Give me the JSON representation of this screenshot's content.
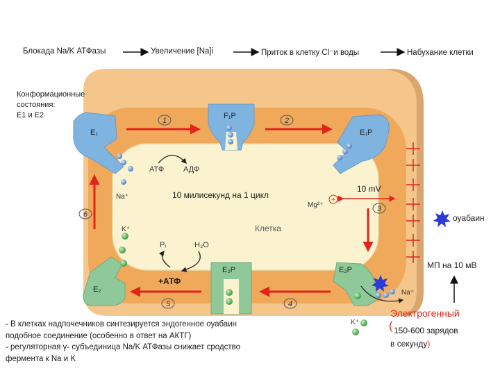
{
  "flow_chain": {
    "step1": "Блокада Na/K АТФазы",
    "step2": "Увеличение [Na]i",
    "step3": "Приток в клетку Cl⁻и воды",
    "step4": "Набухание клетки"
  },
  "states_note": {
    "line1": "Конформационные",
    "line2": "состояния:",
    "line3": "Е1 и Е2"
  },
  "pump_labels": {
    "e1_left": "E₁",
    "f1p": "F₁P",
    "e1p_right": "E₁P",
    "e2_left": "E₂",
    "e2p_bottom": "E₂P",
    "e2p_right": "E₂P"
  },
  "step_numbers": [
    "1",
    "2",
    "3",
    "4",
    "5",
    "6"
  ],
  "molecules": {
    "atp": "АТФ",
    "adp": "АДФ",
    "na": "Na⁺",
    "k": "K⁺",
    "pi": "Pᵢ",
    "h2o": "H₂O",
    "mg": "Mg²⁺"
  },
  "cell_label": "Клетка",
  "cycle_time": "10 милисекунд на 1 цикл",
  "voltage": "10 mV",
  "plus_atp": "+АТФ",
  "plus_sign": "+",
  "ouabain": "оуабаин",
  "mp_note": "МП на 10 мВ",
  "electrogenic": {
    "title": "Электрогенный",
    "open_paren": "(",
    "line1": "150-600 зарядов",
    "line2": "в секунду",
    "close_paren": ")"
  },
  "notes": {
    "line1": "- В клетках надпочечников синтезируется эндогенное оуабаин",
    "line2": "подобное соединение (особенно в ответ на АКТГ)",
    "line3": "- регуляторная γ- субъединица Na/K АТФазы снижает сродство",
    "line4": "фермента к Na и K"
  },
  "colors": {
    "outer_frame": "#f5c68c",
    "membrane": "#f0a85a",
    "cytoplasm": "#fbf3cf",
    "e1_blue": "#7fb4e0",
    "e2_green": "#8fc99a",
    "arrow_red": "#e32219",
    "ouabain_blue": "#2b3bd6"
  }
}
